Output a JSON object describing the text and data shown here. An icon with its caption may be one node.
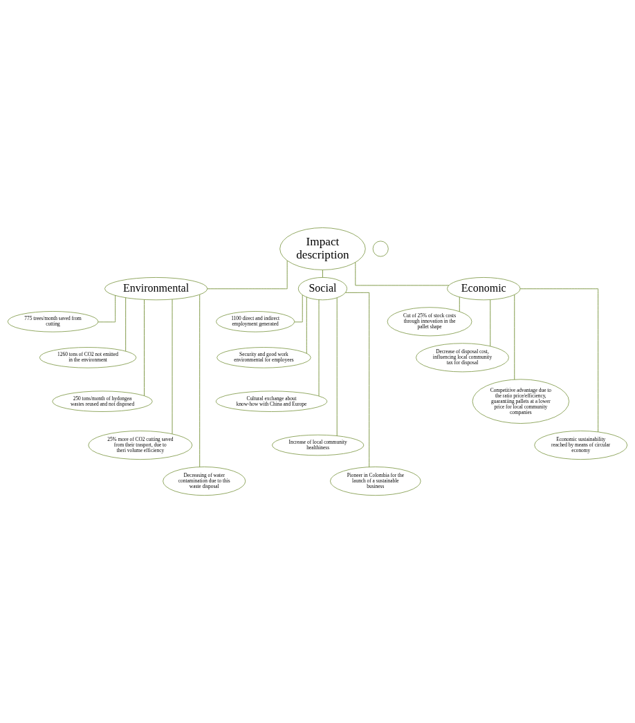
{
  "diagram": {
    "nodes": [
      {
        "text": [
          "Impact description"
        ]
      },
      {
        "text": [],
        "shape": "circle"
      },
      {
        "text": [
          "Environmental"
        ]
      },
      {
        "text": [
          "Social"
        ]
      },
      {
        "text": [
          "Economic"
        ]
      },
      {
        "text": [
          "775 trees/month saved from cutting"
        ]
      },
      {
        "text": [
          "1260 tons of CO2 not emitted in the environment"
        ]
      },
      {
        "text": [
          "250 tons/month of hydongea wastes reused and not disposed"
        ]
      },
      {
        "text": [
          "25% more of CO2 cutting saved from their trasport, due to theri volume efficiency"
        ]
      },
      {
        "text": [
          "Decreasing of water contamination due to this waste disposal"
        ]
      },
      {
        "text": [
          "1100 direct and indirect employment generated"
        ]
      },
      {
        "text": [
          "Security and good work environmental for employees"
        ]
      },
      {
        "text": [
          "Cultural exchange about know-how with China and Europe"
        ]
      },
      {
        "text": [
          "Increase of local community healthiness"
        ]
      },
      {
        "text": [
          "Pioneer in Colombia for the launch of a sustainable business"
        ]
      },
      {
        "text": [
          "Cut of 25% of stock costs through innovation in the pallet shape"
        ]
      },
      {
        "text": [
          "Decrease of disposal cost, influencing local community tax for disposal"
        ]
      },
      {
        "text": [
          "Competitive advantage due to the ratio price/efficiency, guarantiing pallets at a lower price for local community companies"
        ]
      },
      {
        "text": [
          "Economic sustainability reached by means of circular economy"
        ]
      }
    ],
    "edges": [
      {
        "from": 0,
        "to": 2,
        "arrow": "none"
      },
      {
        "from": 0,
        "to": 3,
        "arrow": "none"
      },
      {
        "from": 0,
        "to": 4,
        "arrow": "none"
      },
      {
        "from": 2,
        "to": 5,
        "arrow": "none"
      },
      {
        "from": 2,
        "to": 6,
        "arrow": "none"
      },
      {
        "from": 2,
        "to": 7,
        "arrow": "none"
      },
      {
        "from": 2,
        "to": 8,
        "arrow": "none"
      },
      {
        "from": 2,
        "to": 9,
        "arrow": "none"
      },
      {
        "from": 3,
        "to": 10,
        "arrow": "none"
      },
      {
        "from": 3,
        "to": 11,
        "arrow": "none"
      },
      {
        "from": 3,
        "to": 12,
        "arrow": "none"
      },
      {
        "from": 3,
        "to": 13,
        "arrow": "none"
      },
      {
        "from": 3,
        "to": 14,
        "arrow": "none"
      },
      {
        "from": 4,
        "to": 15,
        "arrow": "none"
      },
      {
        "from": 4,
        "to": 16,
        "arrow": "none"
      },
      {
        "from": 4,
        "to": 17,
        "arrow": "none"
      },
      {
        "from": 4,
        "to": 18,
        "arrow": "none"
      }
    ]
  }
}
